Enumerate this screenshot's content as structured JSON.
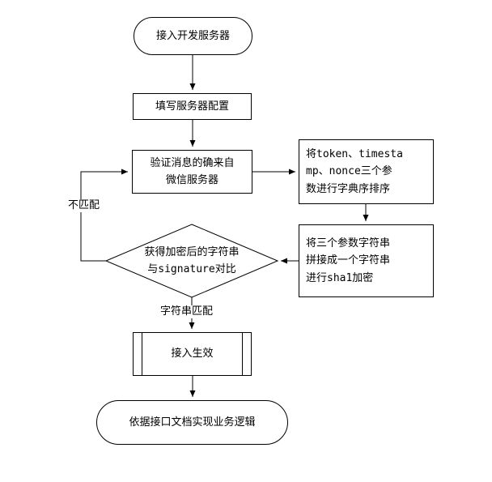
{
  "diagram": {
    "title": "WeChat server access verification flowchart",
    "colors": {
      "stroke": "#000000",
      "background": "#ffffff",
      "text": "#000000"
    },
    "nodes": {
      "start": {
        "type": "terminator",
        "label": "接入开发服务器"
      },
      "config": {
        "type": "process",
        "label": "填写服务器配置"
      },
      "verify": {
        "type": "process",
        "label": "验证消息的确来自\n微信服务器"
      },
      "sort": {
        "type": "process",
        "label": "将token、timesta\nmp、nonce三个参\n数进行字典序排序"
      },
      "sha1": {
        "type": "process",
        "label": "将三个参数字符串\n拼接成一个字符串\n进行sha1加密"
      },
      "compare": {
        "type": "decision",
        "label": "获得加密后的字符串\n与signature对比"
      },
      "effective": {
        "type": "predefined-process",
        "label": "接入生效"
      },
      "end": {
        "type": "terminator",
        "label": "依据接口文档实现业务逻辑"
      }
    },
    "edges": {
      "no_match_label": "不匹配",
      "match_label": "字符串匹配"
    }
  }
}
